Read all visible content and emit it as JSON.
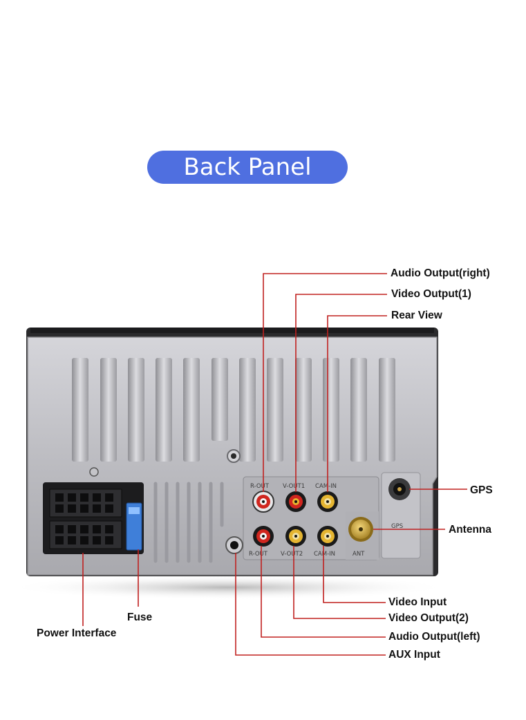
{
  "title": "Back Panel",
  "colors": {
    "title_bg": "#4f6fe0",
    "leader_line": "#c0201f",
    "panel_metal": "#b9b9be",
    "text": "#111111"
  },
  "callouts": {
    "audio_output_right": "Audio Output(right)",
    "video_output_1": "Video Output(1)",
    "rear_view": "Rear View",
    "gps": "GPS",
    "antenna": "Antenna",
    "video_input": "Video Input",
    "video_output_2": "Video Output(2)",
    "audio_output_left": "Audio Output(left)",
    "aux_input": "AUX Input",
    "fuse": "Fuse",
    "power_interface": "Power Interface"
  },
  "panel_labels": {
    "r_out": "R-OUT",
    "v_out2": "V-OUT2",
    "cam_in": "CAM-IN",
    "ant": "ANT",
    "gps": "GPS",
    "top_left": "R-OUT",
    "top_mid": "V-OUT1",
    "top_right": "CAM-IN"
  }
}
